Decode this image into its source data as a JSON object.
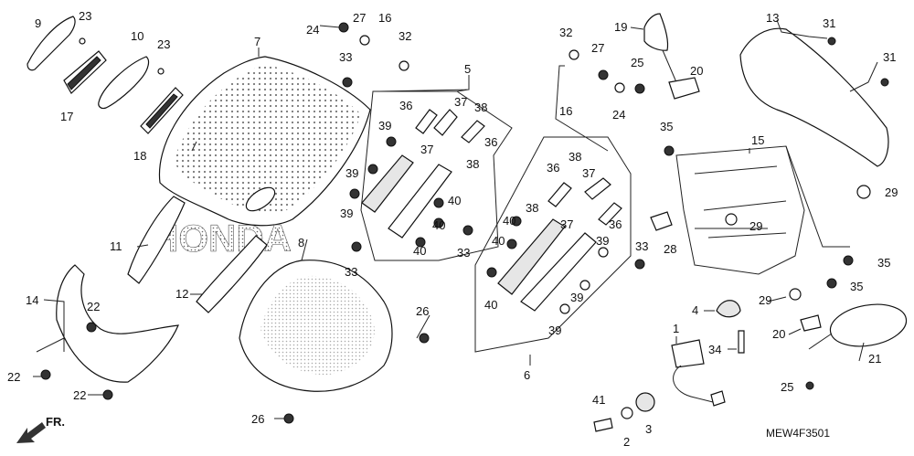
{
  "diagram": {
    "code": "MEW4F3501",
    "fr_label": "FR.",
    "screen_brand": "HONDA",
    "callouts": [
      "9",
      "23",
      "10",
      "23",
      "17",
      "18",
      "7",
      "24",
      "27",
      "16",
      "32",
      "33",
      "5",
      "36",
      "37",
      "38",
      "39",
      "37",
      "38",
      "39",
      "36",
      "39",
      "40",
      "40",
      "40",
      "33",
      "11",
      "12",
      "8",
      "14",
      "22",
      "22",
      "22",
      "26",
      "26",
      "33",
      "40",
      "40",
      "40",
      "38",
      "36",
      "37",
      "38",
      "37",
      "36",
      "33",
      "39",
      "39",
      "39",
      "6",
      "32",
      "27",
      "19",
      "25",
      "20",
      "16",
      "24",
      "13",
      "31",
      "31",
      "35",
      "15",
      "29",
      "29",
      "28",
      "35",
      "4",
      "35",
      "29",
      "20",
      "21",
      "34",
      "1",
      "25",
      "41",
      "2",
      "3"
    ]
  }
}
